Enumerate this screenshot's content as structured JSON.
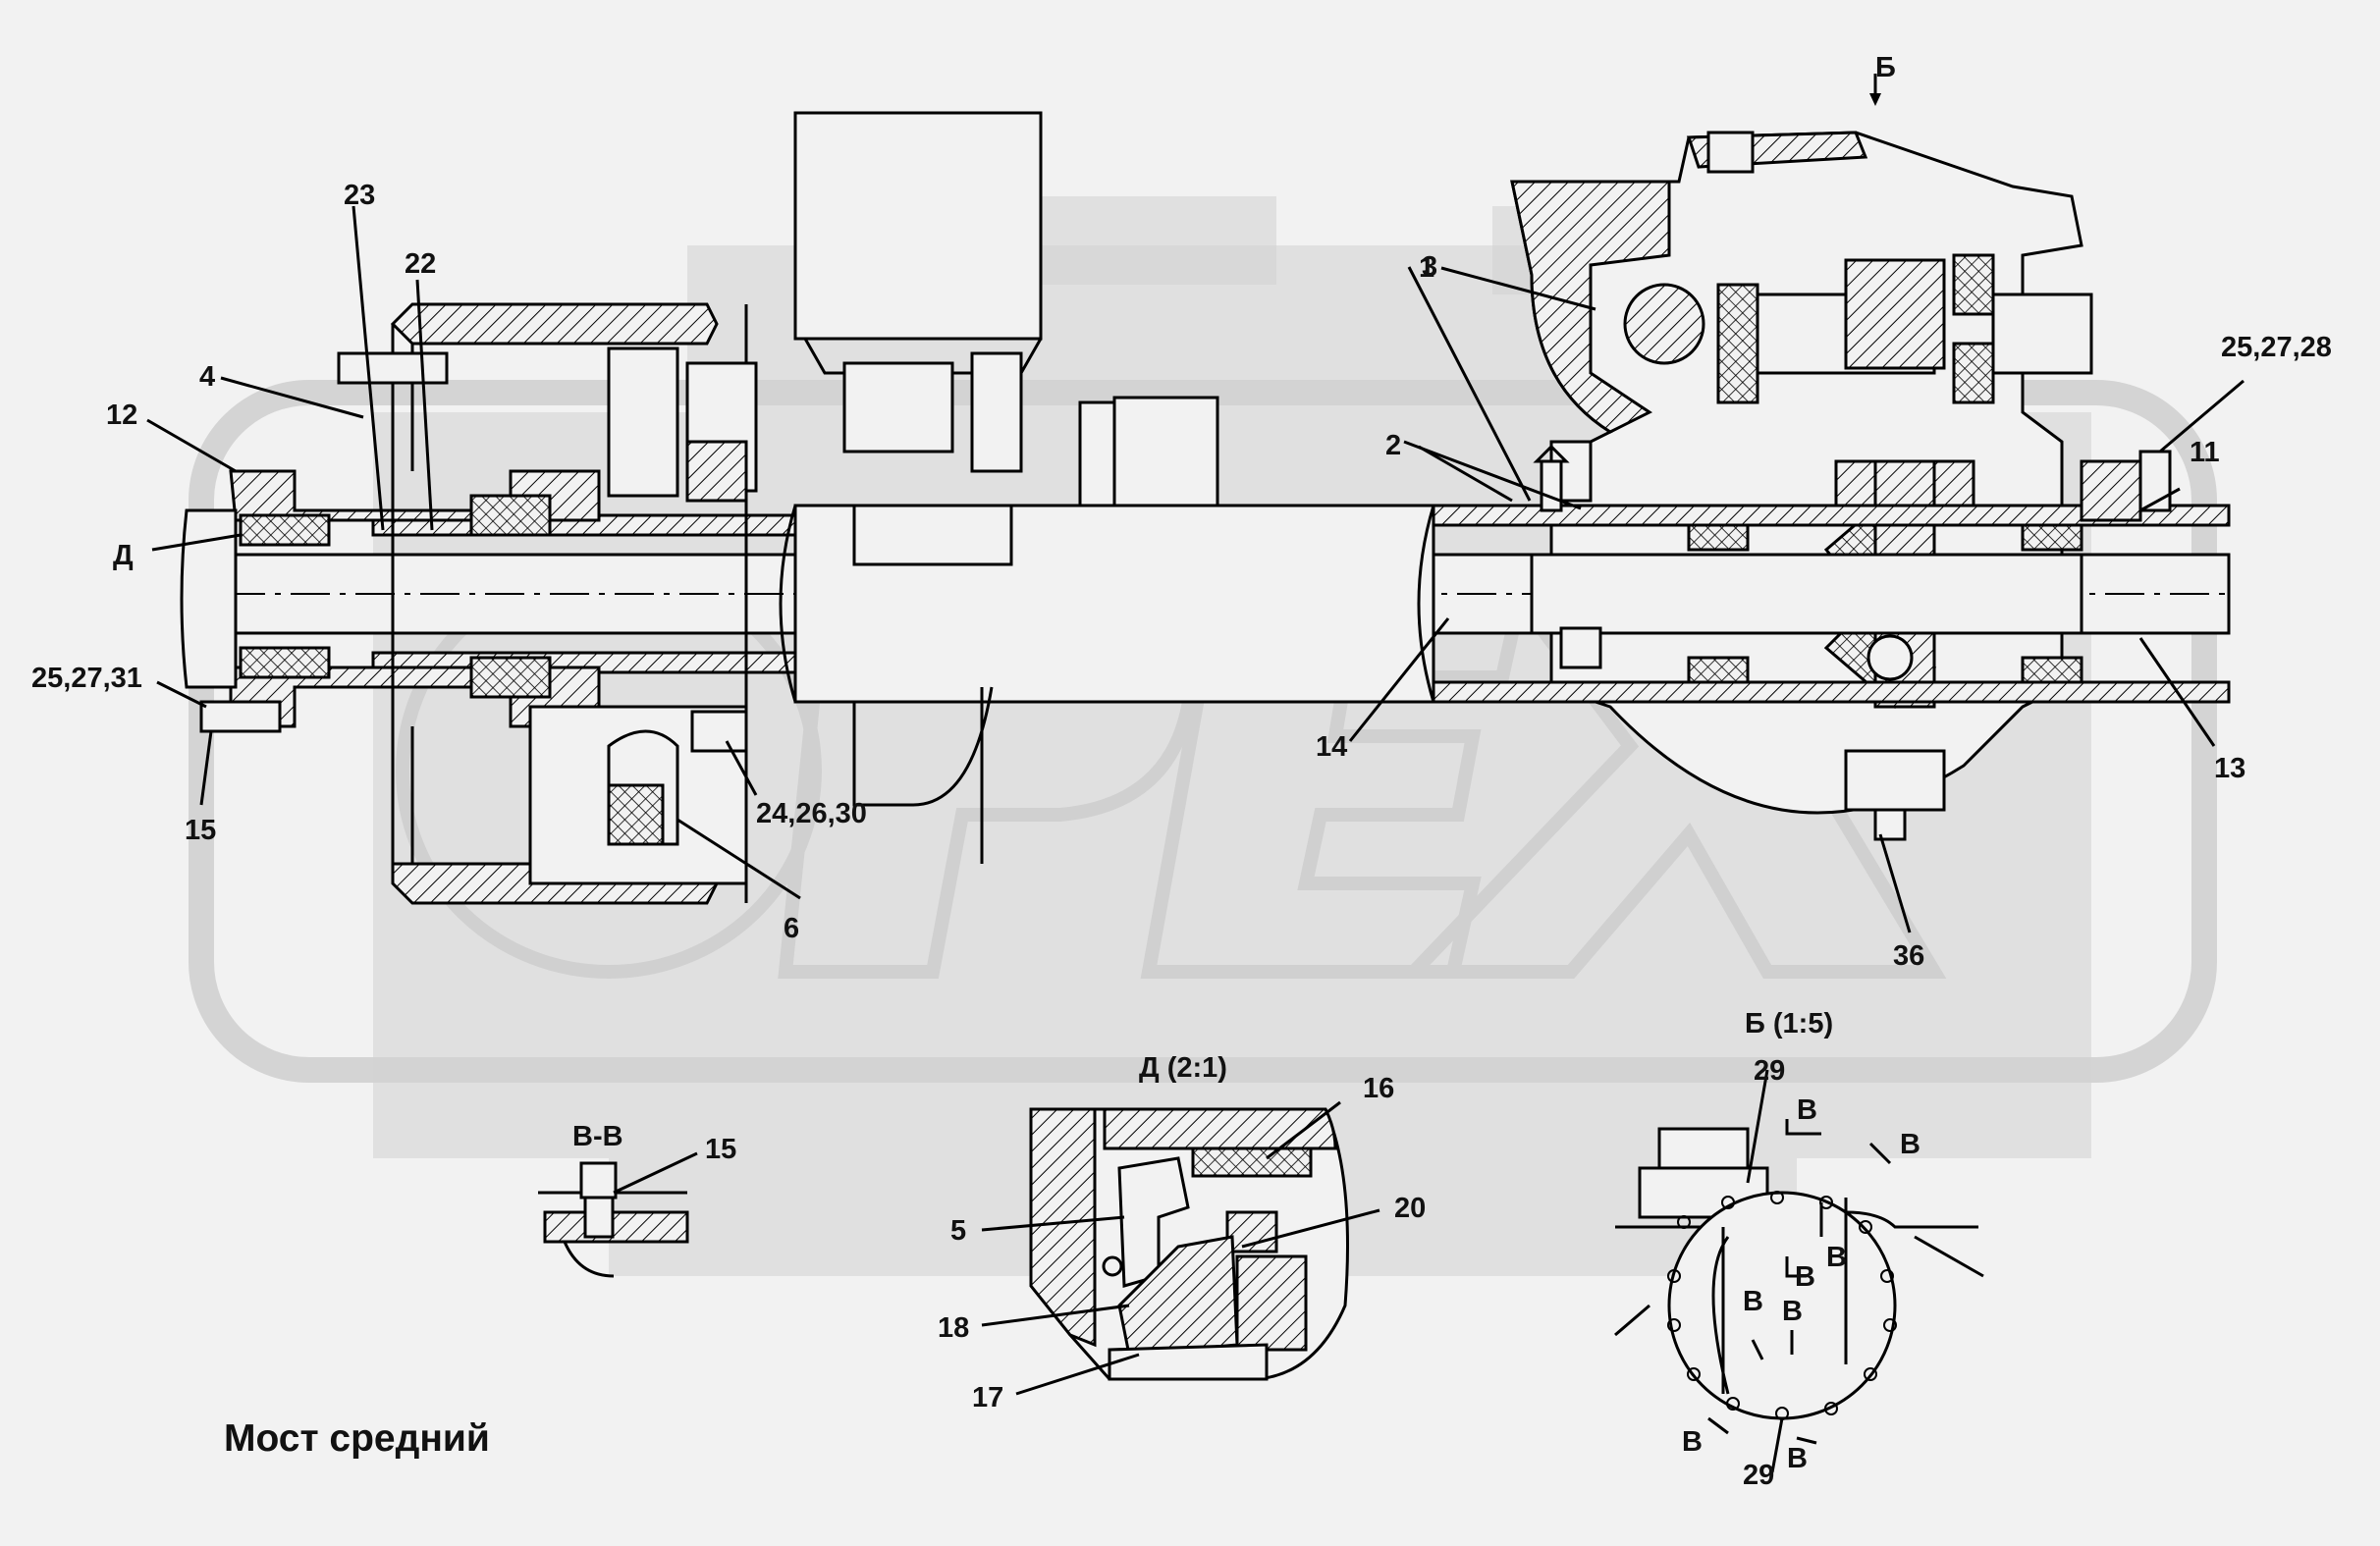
{
  "title": "Мост средний",
  "watermark": "ОРЕХ",
  "views": {
    "d": "Д (2:1)",
    "b": "Б (1:5)",
    "vv": "В-В"
  },
  "markers": {
    "b_arrow": "Б",
    "d_arrow": "Д",
    "v": "В"
  },
  "labels": {
    "p1": "1",
    "p2": "2",
    "p3": "3",
    "p4": "4",
    "p6": "6",
    "p11": "11",
    "p12": "12",
    "p13": "13",
    "p14": "14",
    "p15": "15",
    "p22": "22",
    "p23": "23",
    "p36": "36",
    "g252728": "25,27,28",
    "g252731": "25,27,31",
    "g242630": "24,26,30",
    "vv15": "15",
    "d16": "16",
    "d5": "5",
    "d20": "20",
    "d18": "18",
    "d17": "17",
    "b29a": "29",
    "b29b": "29"
  },
  "colors": {
    "background": "#f2f2f2",
    "ink": "#000000",
    "watermark": "#d2d2d2"
  }
}
